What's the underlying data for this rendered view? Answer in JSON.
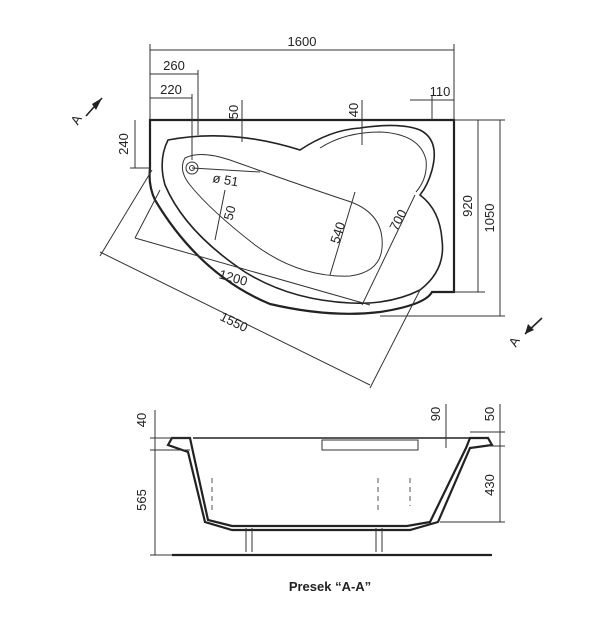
{
  "dimensions": {
    "d1600": "1600",
    "d260": "260",
    "d220": "220",
    "d50_top": "50",
    "d40_top": "40",
    "d110": "110",
    "d240": "240",
    "d920": "920",
    "d1050": "1050",
    "d_phi51": "ø 51",
    "d50_mid": "50",
    "d540": "540",
    "d700": "700",
    "d1200": "1200",
    "d1550": "1550",
    "d40_sec": "40",
    "d565": "565",
    "d90": "90",
    "d50_sec": "50",
    "d430": "430"
  },
  "section_marks": {
    "top": "A",
    "bottom": "A"
  },
  "caption": "Presek “A-A”"
}
